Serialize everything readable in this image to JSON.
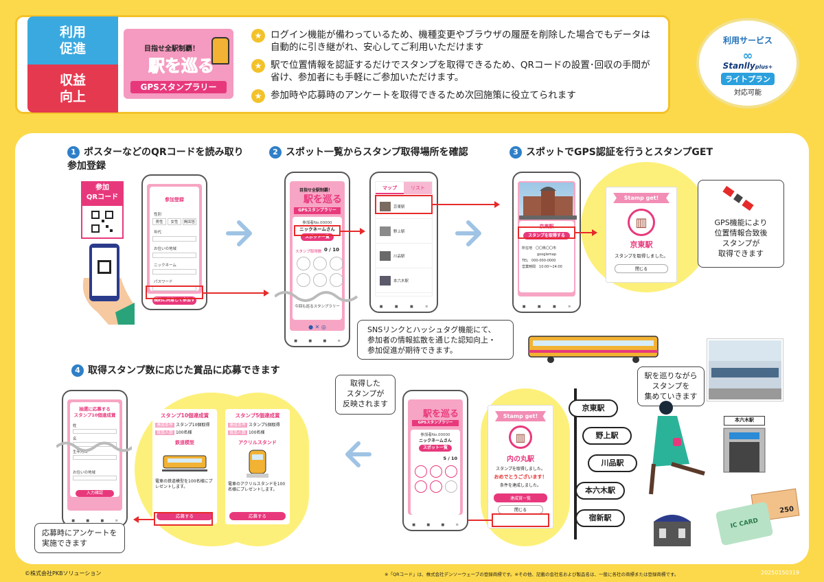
{
  "top": {
    "tag_promo": "利用\n促進",
    "tag_revenue": "収益\n向上",
    "logo": {
      "sub": "目指せ全駅制覇！",
      "main": "駅を巡る",
      "banner": "GPSスタンプラリー"
    },
    "features": [
      "ログイン機能が備わっているため、機種変更やブラウザの履歴を削除した場合でもデータは自動的に引き継がれ、安心してご利用いただけます",
      "駅で位置情報を認証するだけでスタンプを取得できるため、QRコードの設置･回収の手間が省け、参加者にも手軽にご参加いただけます。",
      "参加時や応募時のアンケートを取得できるため次回施策に役立てられます"
    ],
    "badge": {
      "title": "利用サービス",
      "brand": "Stanlly",
      "brand_suffix": "plus+",
      "plan": "ライトプラン",
      "note": "対応可能"
    }
  },
  "steps": {
    "s1": {
      "num": "1",
      "title": "ポスターなどのQRコードを読み取り\n参加登録"
    },
    "s2": {
      "num": "2",
      "title": "スポット一覧からスタンプ取得場所を確認"
    },
    "s3": {
      "num": "3",
      "title": "スポットでGPS認証を行うとスタンプGET"
    },
    "s4": {
      "num": "4",
      "title": "取得スタンプ数に応じた賞品に応募できます"
    }
  },
  "qr_label": "参加\nQRコード",
  "phone1": {
    "title": "参加登録",
    "fields": [
      "性別",
      "年代",
      "お住いの地域",
      "ニックネーム",
      "パスワード"
    ],
    "gender": [
      "男性",
      "女性",
      "無回答"
    ],
    "submit": "規約に同意して参加する"
  },
  "phone2": {
    "sub": "目指せ全駅制覇！",
    "main": "駅を巡る",
    "banner": "GPSスタンプラリー",
    "user_id": "参加者No.00000",
    "nickname": "ニックネームさん",
    "list_btn": "スポット一覧",
    "stamp_label": "スタンプ取得数",
    "count": "0 / 10",
    "share": "今回も巡るスタンプラリー"
  },
  "phone3": {
    "tab_map": "マップ",
    "tab_list": "リスト",
    "items": [
      "京東駅",
      "野上駅",
      "川品駅",
      "本六木駅"
    ]
  },
  "phone4": {
    "station": "京東駅",
    "btn": "スタンプを取得する",
    "address_label": "所在地",
    "address": "〇〇県〇〇市",
    "map": "googlemap",
    "tel_label": "TEL",
    "tel": "000-000-0000",
    "hours_label": "営業時間",
    "hours": "10:00～24:00"
  },
  "stamp_get1": {
    "banner": "Stamp get!",
    "station": "京東駅",
    "msg": "スタンプを取得しました。",
    "close": "閉じる"
  },
  "gps_bubble": "GPS機能により\n位置情報合致後\nスタンプが\n取得できます",
  "sns_bubble": "SNSリンクとハッシュタグ機能にて、\n参加者の情報拡散を通じた認知向上・\n参加促進が期待できます。",
  "reflect_bubble": "取得した\nスタンプが\n反映されます",
  "travel_bubble": "駅を巡りながら\nスタンプを\n集めていきます",
  "survey_bubble": "応募時にアンケートを\n実施できます",
  "stations": [
    "京東駅",
    "野上駅",
    "川品駅",
    "本六木駅",
    "宿新駅"
  ],
  "phone5": {
    "user_id": "参加者No.00000",
    "nickname": "ニックネームさん",
    "list_btn": "スポット一覧",
    "count": "5 / 10"
  },
  "stamp_get2": {
    "banner": "Stamp get!",
    "station": "内の丸駅",
    "msg": "スタンプを取得しました。",
    "congrats": "おめでとうございます！",
    "cond": "条件を達成しました。",
    "achieve": "達成賞一覧",
    "close": "閉じる"
  },
  "prize10": {
    "title": "スタンプ10個達成賞",
    "cond_label": "達成条件",
    "cond": "スタンプ10個取得",
    "num_label": "賞品人数",
    "num": "100名様",
    "item": "鉄道模型",
    "desc": "電車の鉄道模型を100名様にプレゼントします。",
    "btn": "応募する"
  },
  "prize5": {
    "title": "スタンプ5個達成賞",
    "cond_label": "達成条件",
    "cond": "スタンプ5個取得",
    "num_label": "賞品人数",
    "num": "100名様",
    "item": "アクリルスタンド",
    "desc": "電車のアクリルスタンドを100名様にプレゼントします。",
    "btn": "応募する"
  },
  "apply_phone": {
    "title": "抽選に応募する\nスタンプ10個達成賞",
    "fields": [
      "姓",
      "名",
      "生年月日",
      "お住いの地域"
    ],
    "submit": "入力確認"
  },
  "ticket": {
    "price": "250",
    "card": "IC CARD"
  },
  "station_sign": "本六木駅",
  "footer": {
    "left": "©株式会社PKBソリューション",
    "note": "※「QRコード」は、株式会社デンソーウェーブの登録商標です。※その他、記載の会社名および製品名は、一般に各社の商標または登録商標です。",
    "code": "20250150319"
  },
  "colors": {
    "pink": "#e8387c",
    "yellow": "#fcd94a",
    "blue": "#2f7fc8",
    "red": "#e62a2a"
  }
}
